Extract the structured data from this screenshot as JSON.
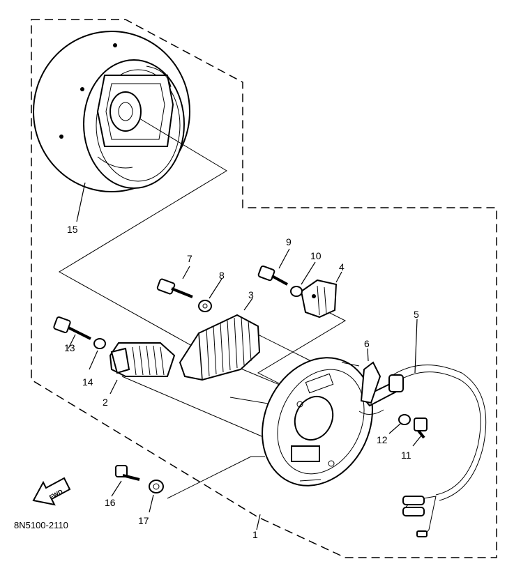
{
  "diagram": {
    "code": "8N5100-2110",
    "direction_label": "FWD",
    "parts": [
      {
        "id": "1",
        "label": "1"
      },
      {
        "id": "2",
        "label": "2"
      },
      {
        "id": "3",
        "label": "3"
      },
      {
        "id": "4",
        "label": "4"
      },
      {
        "id": "5",
        "label": "5"
      },
      {
        "id": "6",
        "label": "6"
      },
      {
        "id": "7",
        "label": "7"
      },
      {
        "id": "8",
        "label": "8"
      },
      {
        "id": "9",
        "label": "9"
      },
      {
        "id": "10",
        "label": "10"
      },
      {
        "id": "11",
        "label": "11"
      },
      {
        "id": "12",
        "label": "12"
      },
      {
        "id": "13",
        "label": "13"
      },
      {
        "id": "14",
        "label": "14"
      },
      {
        "id": "15",
        "label": "15"
      },
      {
        "id": "16",
        "label": "16"
      },
      {
        "id": "17",
        "label": "17"
      }
    ]
  }
}
